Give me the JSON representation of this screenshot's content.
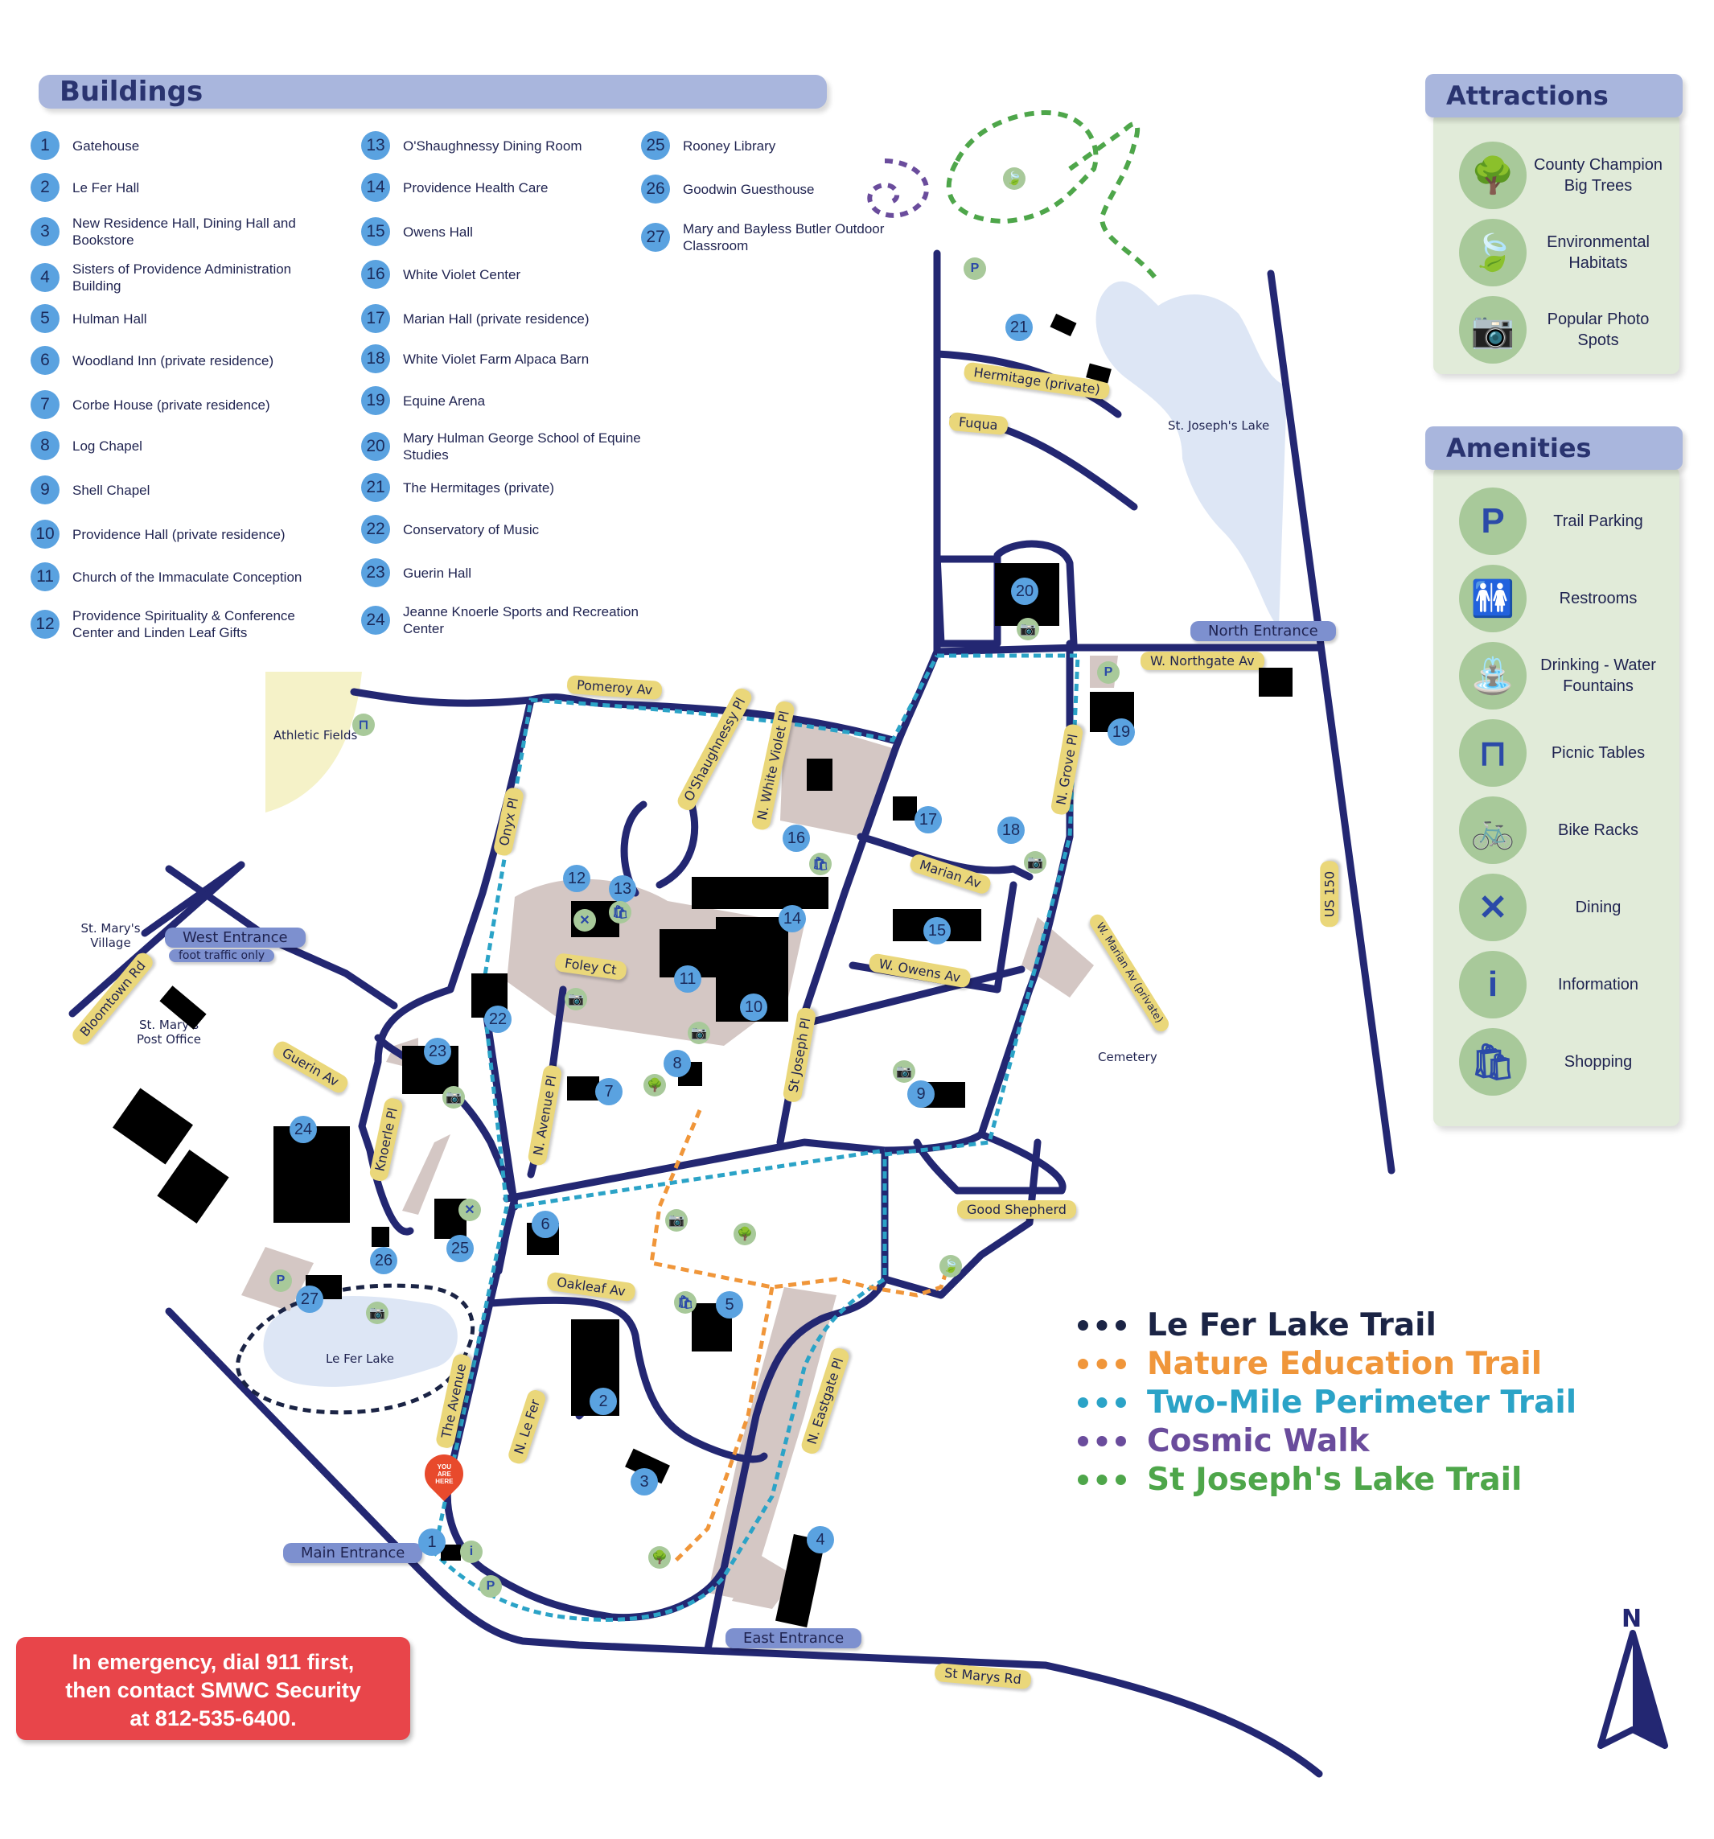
{
  "buildings": {
    "title": "Buildings",
    "col1": [
      {
        "num": "1",
        "name": "Gatehouse"
      },
      {
        "num": "2",
        "name": "Le Fer Hall"
      },
      {
        "num": "3",
        "name": "New Residence Hall, Dining Hall and Bookstore"
      },
      {
        "num": "4",
        "name": "Sisters of Providence Administration Building"
      },
      {
        "num": "5",
        "name": "Hulman Hall"
      },
      {
        "num": "6",
        "name": "Woodland Inn (private residence)"
      },
      {
        "num": "7",
        "name": "Corbe House (private residence)"
      },
      {
        "num": "8",
        "name": "Log Chapel"
      },
      {
        "num": "9",
        "name": "Shell Chapel"
      },
      {
        "num": "10",
        "name": "Providence Hall (private residence)"
      },
      {
        "num": "11",
        "name": "Church of the Immaculate Conception"
      },
      {
        "num": "12",
        "name": "Providence Spirituality & Conference Center and Linden Leaf Gifts"
      }
    ],
    "col2": [
      {
        "num": "13",
        "name": "O'Shaughnessy Dining Room"
      },
      {
        "num": "14",
        "name": "Providence Health Care"
      },
      {
        "num": "15",
        "name": "Owens Hall"
      },
      {
        "num": "16",
        "name": "White Violet Center"
      },
      {
        "num": "17",
        "name": "Marian Hall (private residence)"
      },
      {
        "num": "18",
        "name": "White Violet Farm Alpaca Barn"
      },
      {
        "num": "19",
        "name": "Equine Arena"
      },
      {
        "num": "20",
        "name": "Mary Hulman George School of Equine Studies"
      },
      {
        "num": "21",
        "name": "The Hermitages (private)"
      },
      {
        "num": "22",
        "name": "Conservatory of Music"
      },
      {
        "num": "23",
        "name": "Guerin Hall"
      },
      {
        "num": "24",
        "name": "Jeanne Knoerle Sports and Recreation Center"
      }
    ],
    "col3": [
      {
        "num": "25",
        "name": "Rooney Library"
      },
      {
        "num": "26",
        "name": "Goodwin Guesthouse"
      },
      {
        "num": "27",
        "name": "Mary and Bayless Butler Outdoor Classroom"
      }
    ]
  },
  "attractions": {
    "title": "Attractions",
    "items": [
      {
        "icon": "tree-icon",
        "label": "County Champion Big Trees"
      },
      {
        "icon": "leaf-icon",
        "label": "Environmental Habitats"
      },
      {
        "icon": "camera-icon",
        "label": "Popular Photo Spots"
      }
    ]
  },
  "amenities": {
    "title": "Amenities",
    "items": [
      {
        "icon": "parking-icon",
        "glyph": "P",
        "label": "Trail Parking"
      },
      {
        "icon": "restroom-icon",
        "glyph": "🚻",
        "label": "Restrooms"
      },
      {
        "icon": "water-fountain-icon",
        "glyph": "⛲",
        "label": "Drinking - Water Fountains"
      },
      {
        "icon": "picnic-table-icon",
        "glyph": "⊓",
        "label": "Picnic Tables"
      },
      {
        "icon": "bike-icon",
        "glyph": "🚲",
        "label": "Bike Racks"
      },
      {
        "icon": "dining-icon",
        "glyph": "✕",
        "label": "Dining"
      },
      {
        "icon": "info-icon",
        "glyph": "i",
        "label": "Information"
      },
      {
        "icon": "shopping-icon",
        "glyph": "🛍",
        "label": "Shopping"
      }
    ]
  },
  "trails": [
    {
      "name": "Le Fer Lake Trail",
      "color": "#1b2445"
    },
    {
      "name": "Nature Education Trail",
      "color": "#f0963a"
    },
    {
      "name": "Two-Mile Perimeter Trail",
      "color": "#2ba3c7"
    },
    {
      "name": "Cosmic Walk",
      "color": "#6a4c9c"
    },
    {
      "name": "St Joseph's Lake Trail",
      "color": "#4ea64a"
    }
  ],
  "emergency": {
    "line1": "In emergency, dial 911 first,",
    "line2": "then contact SMWC Security",
    "line3": "at 812-535-6400."
  },
  "compass": {
    "label": "N"
  },
  "you_are_here": "YOU ARE HERE",
  "map_labels": {
    "st_josephs_lake": "St. Joseph's Lake",
    "athletic_fields": "Athletic Fields",
    "st_marys_village": "St. Mary's Village",
    "st_marys_post_office": "St. Mary's Post Office",
    "cemetery": "Cemetery",
    "le_fer_lake": "Le Fer Lake"
  },
  "entrances": {
    "north": "North Entrance",
    "west": "West Entrance",
    "west_note": "foot traffic only",
    "main": "Main Entrance",
    "east": "East Entrance"
  },
  "roads": {
    "hermitage": "Hermitage (private)",
    "fuqua": "Fuqua",
    "w_northgate": "W. Northgate Av",
    "pomeroy": "Pomeroy Av",
    "oshaughnessy": "O'Shaughnessy Pl",
    "n_white_violet": "N. White Violet Pl",
    "n_grove": "N. Grove Pl",
    "onyx": "Onyx Pl",
    "marian": "Marian Av",
    "w_owens": "W. Owens Av",
    "w_marian": "W. Marian Av (private)",
    "us150": "US 150",
    "foley": "Foley Ct",
    "st_joseph": "St Joseph Pl",
    "n_avenue": "N. Avenue Pl",
    "guerin": "Guerin Av",
    "knoerle": "Knoerle Pl",
    "bloomtown": "Bloomtown Rd",
    "good_shepherd": "Good Shepherd",
    "oakleaf": "Oakleaf Av",
    "the_avenue": "The Avenue",
    "n_le_fer": "N. Le Fer",
    "n_eastgate": "N. Eastgate Pl",
    "st_marys_rd": "St Marys Rd"
  },
  "map_numbers": [
    "1",
    "2",
    "3",
    "4",
    "5",
    "6",
    "7",
    "8",
    "9",
    "10",
    "11",
    "12",
    "13",
    "14",
    "15",
    "16",
    "17",
    "18",
    "19",
    "20",
    "21",
    "22",
    "23",
    "24",
    "25",
    "26",
    "27"
  ],
  "colors": {
    "road": "#232772",
    "header": "#a9b6dd",
    "panel": "#e1ebd9",
    "icon_bg": "#a8c99a",
    "number_bg": "#5aa2e0",
    "road_label": "#ead77a",
    "emergency": "#e8454a"
  }
}
